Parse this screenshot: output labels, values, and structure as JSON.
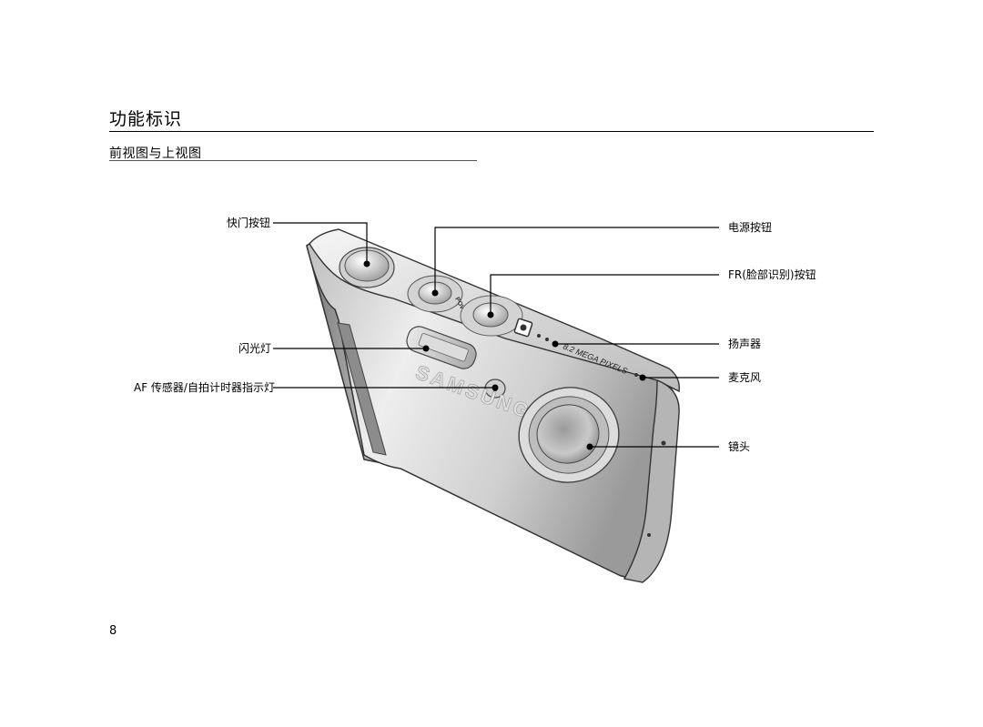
{
  "page": {
    "title": "功能标识",
    "subtitle": "前视图与上视图",
    "page_number": "8"
  },
  "camera": {
    "brand": "SAMSUNG",
    "model_text": "8.2 MEGA PIXELS",
    "power_text": "POWER",
    "colors": {
      "body": "#cfcfcf",
      "body_dark": "#8a8a8a",
      "body_light": "#f2f2f2",
      "outline": "#333333"
    }
  },
  "callouts": {
    "shutter": "快门按钮",
    "flash": "闪光灯",
    "af_sensor": "AF 传感器/自拍计时器指示灯",
    "power": "电源按钮",
    "fr": "FR(脸部识别)按钮",
    "speaker": "扬声器",
    "mic": "麦克风",
    "lens": "镜头"
  }
}
